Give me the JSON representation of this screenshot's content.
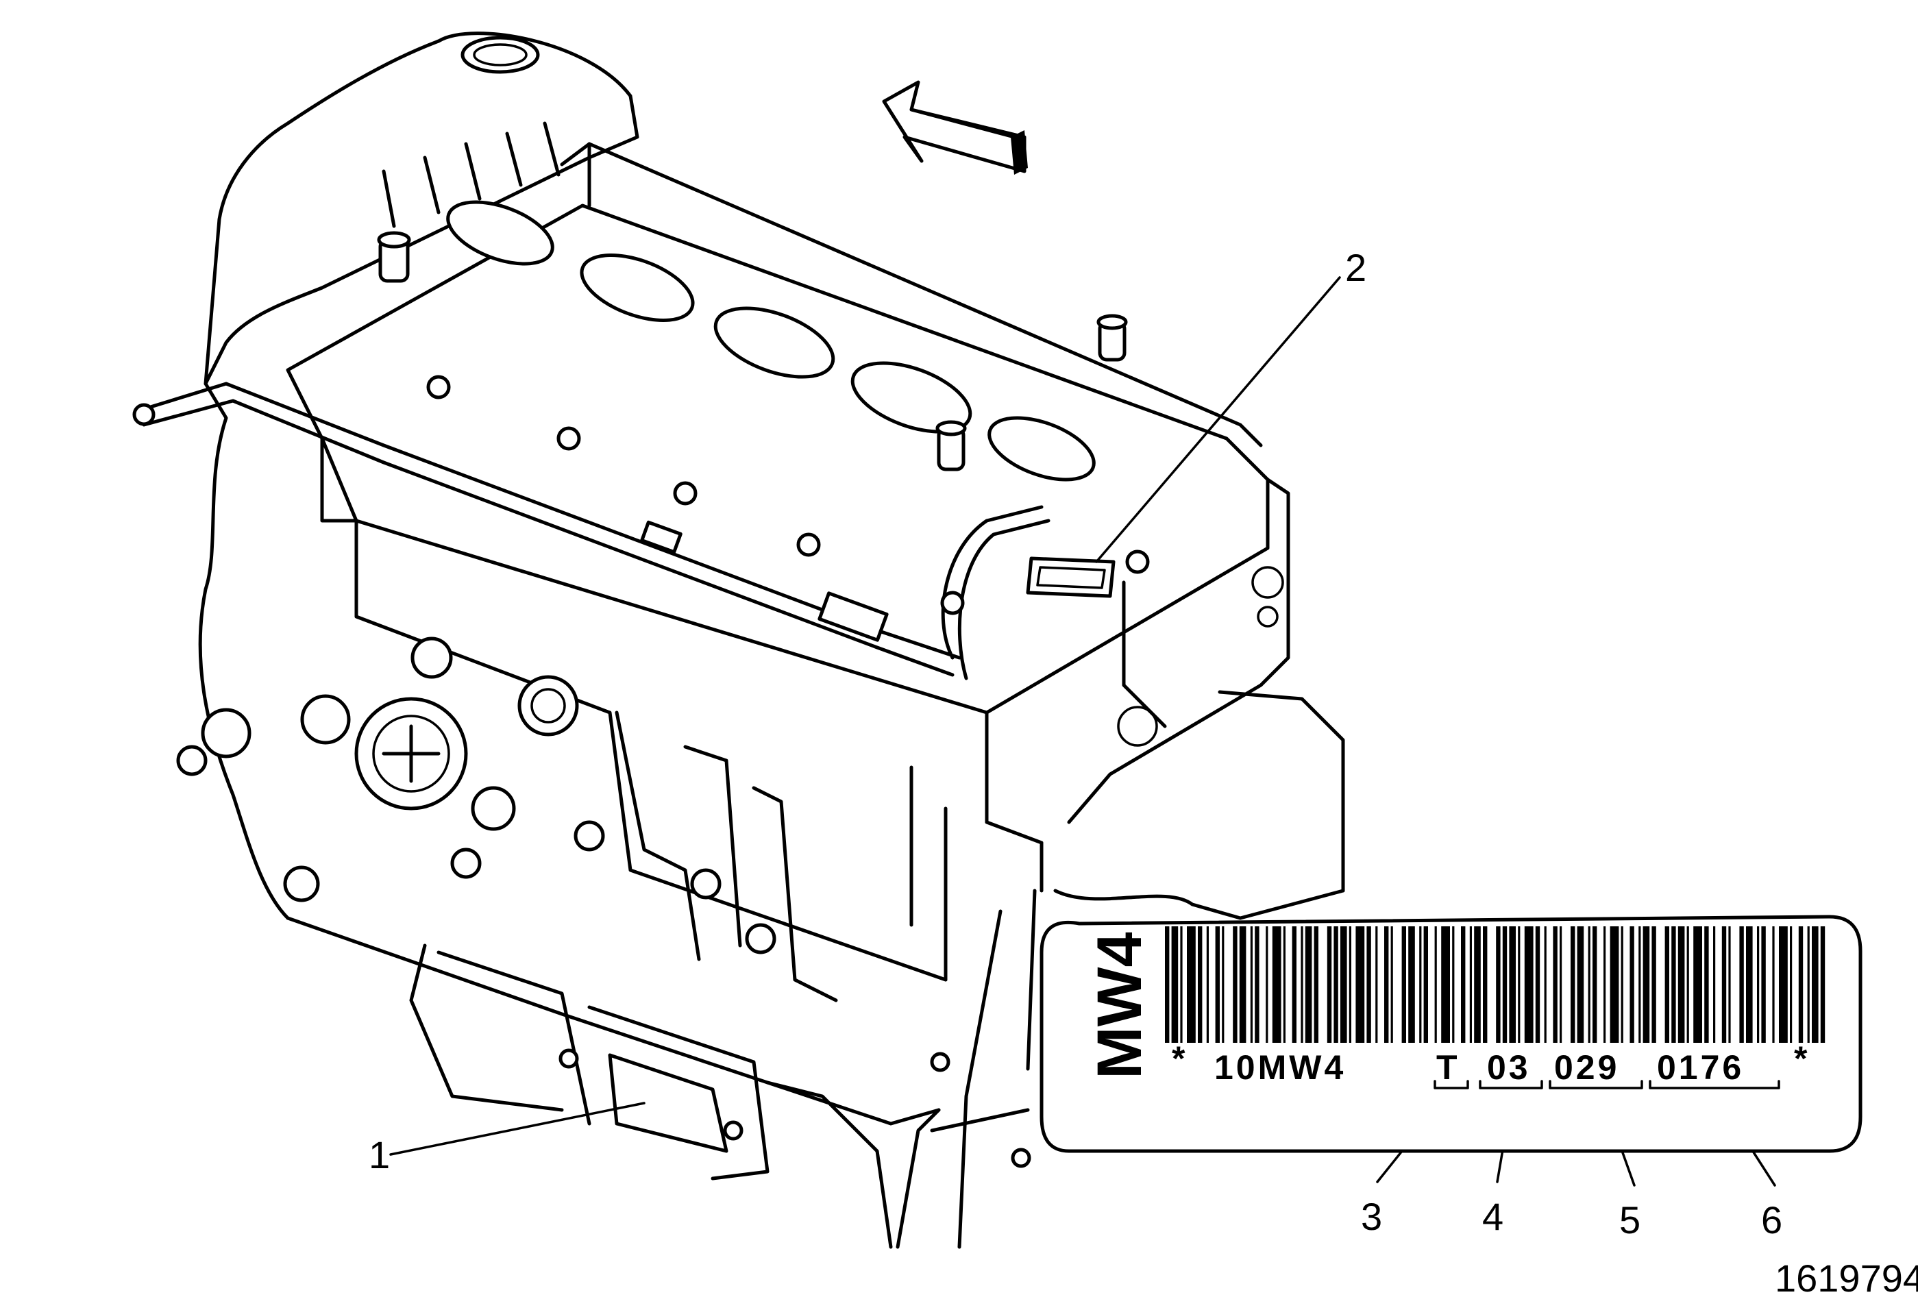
{
  "callouts": {
    "c1": "1",
    "c2": "2",
    "c3": "3",
    "c4": "4",
    "c5": "5",
    "c6": "6"
  },
  "label": {
    "engine_code": "MW4",
    "star_left": "*",
    "serial_prefix": "10MW4",
    "plant": "T",
    "month": "03",
    "day": "029",
    "sequence": "0176",
    "star_right": "*"
  },
  "figure_number": "1619794"
}
